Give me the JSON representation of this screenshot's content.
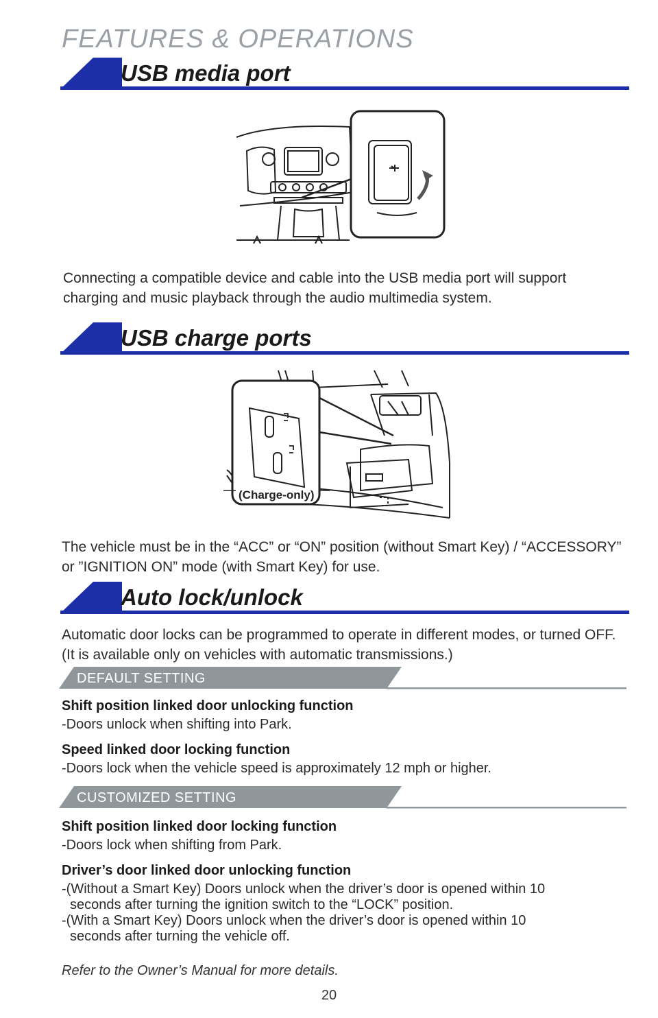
{
  "page": {
    "title": "FEATURES & OPERATIONS",
    "number": "20"
  },
  "colors": {
    "accent_blue": "#1c2fa8",
    "sub_bar_gray": "#8f979b"
  },
  "sections": {
    "usb_media": {
      "heading": "USB media port",
      "description": "Connecting a compatible device and cable into the USB media port will support charging and music playback through the audio multimedia system."
    },
    "usb_charge": {
      "heading": "USB charge ports",
      "callout": "(Charge-only)",
      "description": "The vehicle must be in the “ACC” or “ON” position (without Smart Key) / “ACCESSORY” or ”IGNITION ON” mode (with Smart Key) for use."
    },
    "auto_lock": {
      "heading": "Auto lock/unlock",
      "intro": "Automatic door locks can be programmed to operate in different modes, or turned OFF. (It is available only on vehicles with automatic transmissions.)",
      "default_setting": {
        "label": "DEFAULT SETTING",
        "items": [
          {
            "title": "Shift position linked door unlocking function",
            "desc": "-Doors unlock when shifting into Park."
          },
          {
            "title": "Speed linked door locking function",
            "desc": "-Doors lock when the vehicle speed is approximately 12 mph or higher."
          }
        ]
      },
      "customized_setting": {
        "label": "CUSTOMIZED SETTING",
        "items": [
          {
            "title": "Shift position linked door locking function",
            "desc": [
              "-Doors lock when shifting from Park."
            ]
          },
          {
            "title": "Driver’s door linked door unlocking function",
            "desc": [
              "-(Without a Smart Key) Doors unlock when the driver’s door is opened within 10",
              "seconds after turning the ignition switch to the “LOCK” position.",
              "-(With a Smart Key) Doors unlock when the driver’s door is opened within 10",
              "seconds after turning the vehicle off."
            ]
          }
        ]
      },
      "note": "Refer to the Owner’s Manual for more details."
    }
  }
}
